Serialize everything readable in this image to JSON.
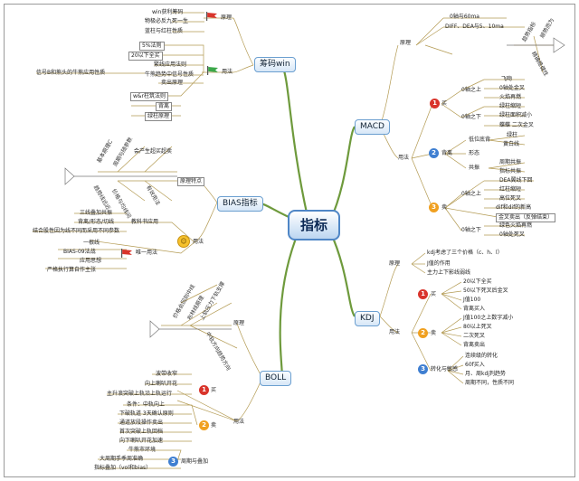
{
  "center": "指标",
  "chou_ma": {
    "title": "筹码win",
    "yuanli_label": "原理",
    "yongfa_label": "用法",
    "yuanli_items": [
      "win获利筹码",
      "物极必反九死一生",
      "蓝柱与红柱性质"
    ],
    "yongfa_items": [
      "5%法则",
      "20以下全买",
      "繁线应用法则",
      "牛熊趋势中信号性质",
      "卖出原理"
    ],
    "signal_item": "信号B和熊头的牛熊应用性质",
    "bottom_items": [
      "w&r柱筑法则",
      "背离",
      "绿柱原理"
    ]
  },
  "bias": {
    "title": "BIAS指标",
    "yuanli_label": "原理特点",
    "yongfa_label": "用法",
    "fish": [
      "基本原理C",
      "周期与随参数",
      "会产生超买超卖",
      "价格与均线间",
      "趋势线远近",
      "有效用法"
    ],
    "textbook_label": "教科书应用",
    "textbook_items": [
      "三线叠加共振",
      "背离/形态/切线",
      "结合股性因为线不同而采用不同参数"
    ],
    "youqing_label": "唯一用法",
    "youqing_items": [
      "一根线",
      "BIAS-09法战",
      "应用思想",
      "严格执行算自作主张"
    ]
  },
  "boll": {
    "title": "BOLL",
    "yuanli_label": "原理",
    "yongfa_label": "用法",
    "fish": [
      "价格会回到中线",
      "布林线原理",
      "上轨压力下轨支撑",
      "中轨方向趋势方向"
    ],
    "buy_label": "买",
    "buy_items": [
      "波带收窄",
      "向上喇叭开花",
      "主升浪突破上轨沿上轨运行"
    ],
    "sell_label": "卖",
    "sell_items": [
      "条件：中轨向上",
      "下破轨道 3天确认原则",
      "通道放段操作卖出",
      "首次突破上轨回档",
      "向下喇叭开花加速"
    ],
    "zhouqi_label": "周期与叠加",
    "zhouqi_items": [
      "牛熊市环境",
      "大周期手季周准确",
      "指标叠加（vol和bias）"
    ]
  },
  "macd": {
    "title": "MACD",
    "yuanli_label": "原理",
    "yongfa_label": "用法",
    "yuanli_items": [
      "0轴与60ma",
      "DIFF、DEA与5、10ma"
    ],
    "fish": [
      "趋势指标",
      "顺势而为",
      "精确稳健性"
    ],
    "buy_label": "买",
    "buy_above": "0轴之上",
    "buy_above_items": [
      "飞吻",
      "0轴处金叉",
      "火焰再燃"
    ],
    "buy_below": "0轴之下",
    "buy_below_items": [
      "绿柱缩短",
      "绿柱面积减小",
      "蝶蝶 二次金叉"
    ],
    "beili_label": "背离",
    "beili_items": [
      "低位底背",
      "形态",
      "共振"
    ],
    "beili_sub": [
      "绿柱",
      "黄白线",
      "周期共振",
      "指标共振"
    ],
    "sell_label": "卖",
    "sell_top": "DEA翼线下回",
    "sell_above": "0轴之上",
    "sell_above_items": [
      "红柱缩短",
      "高位死叉",
      "dif和dif的新高"
    ],
    "sell_mid": "金叉卖出（反弹结束）",
    "sell_below": "0轴之下",
    "sell_below_items": [
      "绿色火焰再燃",
      "0轴处死叉"
    ]
  },
  "kdj": {
    "title": "KDJ",
    "yuanli_label": "原理",
    "yongfa_label": "用法",
    "yuanli_items": [
      "kdj考虑了三个价格（c、h、l）",
      "J值的作用",
      "主力上下影线弱线"
    ],
    "buy_label": "买",
    "buy_items": [
      "20以下全买",
      "50以下死叉后金叉",
      "J值100",
      "背离买入"
    ],
    "sell_label": "卖",
    "sell_items": [
      "J值100之上数字减小",
      "80以上死叉",
      "二次死叉",
      "背离卖出"
    ],
    "zhuan_label": "转化与敏感",
    "zhuan_items": [
      "连续级的转化",
      "60f买入",
      "月、周kdj判趋势",
      "周期不同，性质不同"
    ]
  },
  "colors": {
    "red": "#d9342b",
    "orange": "#f0a020",
    "blue": "#3f7fd1",
    "green": "#3ba84a",
    "trunk": "#6e9a3c"
  }
}
